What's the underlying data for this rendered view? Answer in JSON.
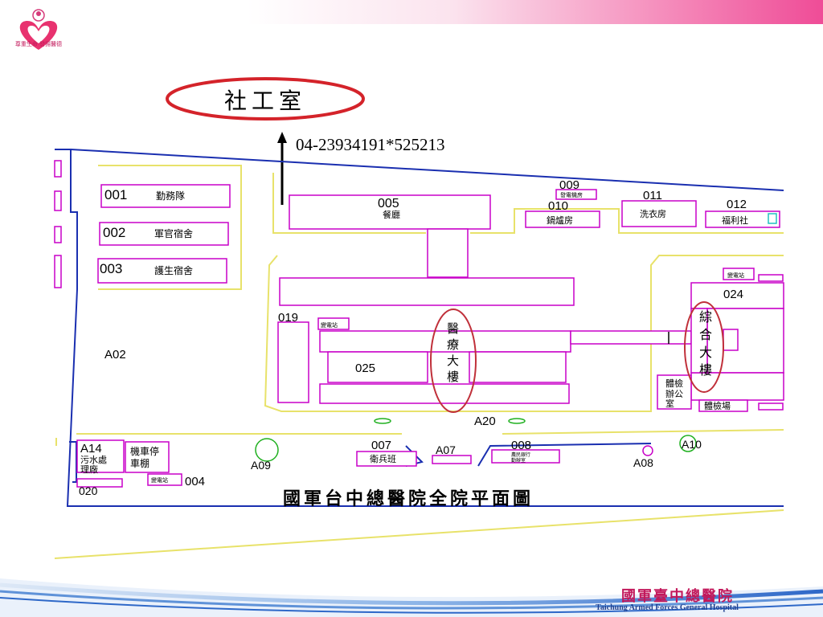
{
  "slide": {
    "title": "社工室",
    "phone": "04-23934191*525213",
    "logo_caption": "尊重生命·發揚醫德"
  },
  "map": {
    "caption": "國軍台中總醫院全院平面圖",
    "labels": {
      "b001_code": "001",
      "b001_name": "勤務隊",
      "b002_code": "002",
      "b002_name": "軍官宿舍",
      "b003_code": "003",
      "b003_name": "護生宿舍",
      "b005_code": "005",
      "b005_name": "餐廳",
      "b009_code": "009",
      "b009_name": "發電機房",
      "b010_code": "010",
      "b010_name": "鍋爐房",
      "b011_code": "011",
      "b011_name": "洗衣房",
      "b012_code": "012",
      "b012_name": "福利社",
      "b019_code": "019",
      "substation": "變電站",
      "b024_code": "024",
      "b025_code": "025",
      "medical_1": "醫",
      "medical_2": "療",
      "medical_3": "大",
      "medical_4": "樓",
      "general_1": "綜",
      "general_2": "合",
      "general_3": "大",
      "general_4": "樓",
      "exam_office_1": "體檢",
      "exam_office_2": "辦公",
      "exam_office_3": "室",
      "exam_field": "體檢場",
      "a02": "A02",
      "a20": "A20",
      "a14_code": "A14",
      "a14_name_1": "污水處",
      "a14_name_2": "理廠",
      "moto_1": "機車停",
      "moto_2": "車棚",
      "a09": "A09",
      "b020_code": "020",
      "b004_code": "004",
      "b007_code": "007",
      "b007_name": "衛兵班",
      "a07": "A07",
      "b008_code": "008",
      "b008_name_1": "農民銀行",
      "b008_name_2": "勤辦室",
      "a08": "A08",
      "a10": "A10"
    }
  },
  "footer": {
    "hospital_cn": "國軍臺中總醫院",
    "hospital_en": "Taichung Armed Forces General Hospital"
  },
  "colors": {
    "building": "#c800c8",
    "road": "#e8e26a",
    "boundary": "#1a2fb0",
    "oval": "#d4232a",
    "accent_pink": "#ef4c97",
    "wave_blue": "#3a7fd0"
  }
}
